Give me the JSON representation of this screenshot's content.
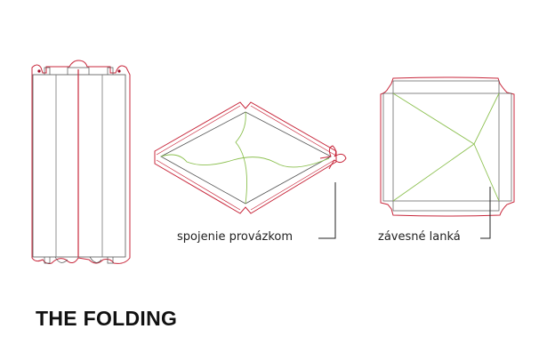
{
  "title": "THE FOLDING",
  "labels": {
    "string_joint": "spojenie provázkom",
    "hanging_loops": "závesné lanká"
  },
  "colors": {
    "outline_red": "#c8283c",
    "fold_grey": "#555555",
    "string_green": "#8cc050"
  }
}
